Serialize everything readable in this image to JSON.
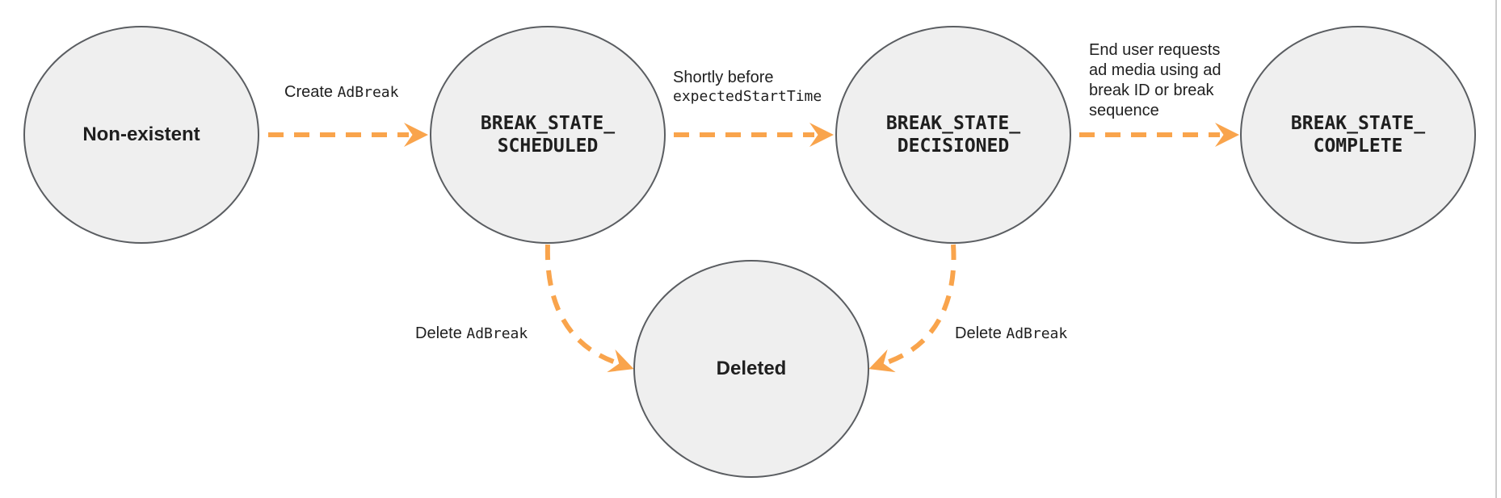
{
  "diagram": {
    "colors": {
      "arrow": "#F9A44C",
      "node_fill": "#EFEFEF",
      "node_border": "#5A5D61",
      "text_color": "#1F1F1F",
      "page_border": "#CCCCCC"
    },
    "nodes": [
      {
        "id": "non-existent",
        "label": "Non-existent"
      },
      {
        "id": "break-state-scheduled",
        "line1": "BREAK_STATE_",
        "line2": "SCHEDULED"
      },
      {
        "id": "break-state-decisioned",
        "line1": "BREAK_STATE_",
        "line2": "DECISIONED"
      },
      {
        "id": "break-state-complete",
        "line1": "BREAK_STATE_",
        "line2": "COMPLETE"
      },
      {
        "id": "deleted",
        "label": "Deleted"
      }
    ],
    "edges": {
      "create": {
        "plain": "Create ",
        "code": "AdBreak"
      },
      "shortly": {
        "line1": "Shortly before",
        "line2_code": "expectedStartTime"
      },
      "end_user": {
        "text": "End user requests ad media using ad break ID or break sequence"
      },
      "delete_left": {
        "plain": "Delete ",
        "code": "AdBreak"
      },
      "delete_right": {
        "plain": "Delete ",
        "code": "AdBreak"
      }
    }
  }
}
